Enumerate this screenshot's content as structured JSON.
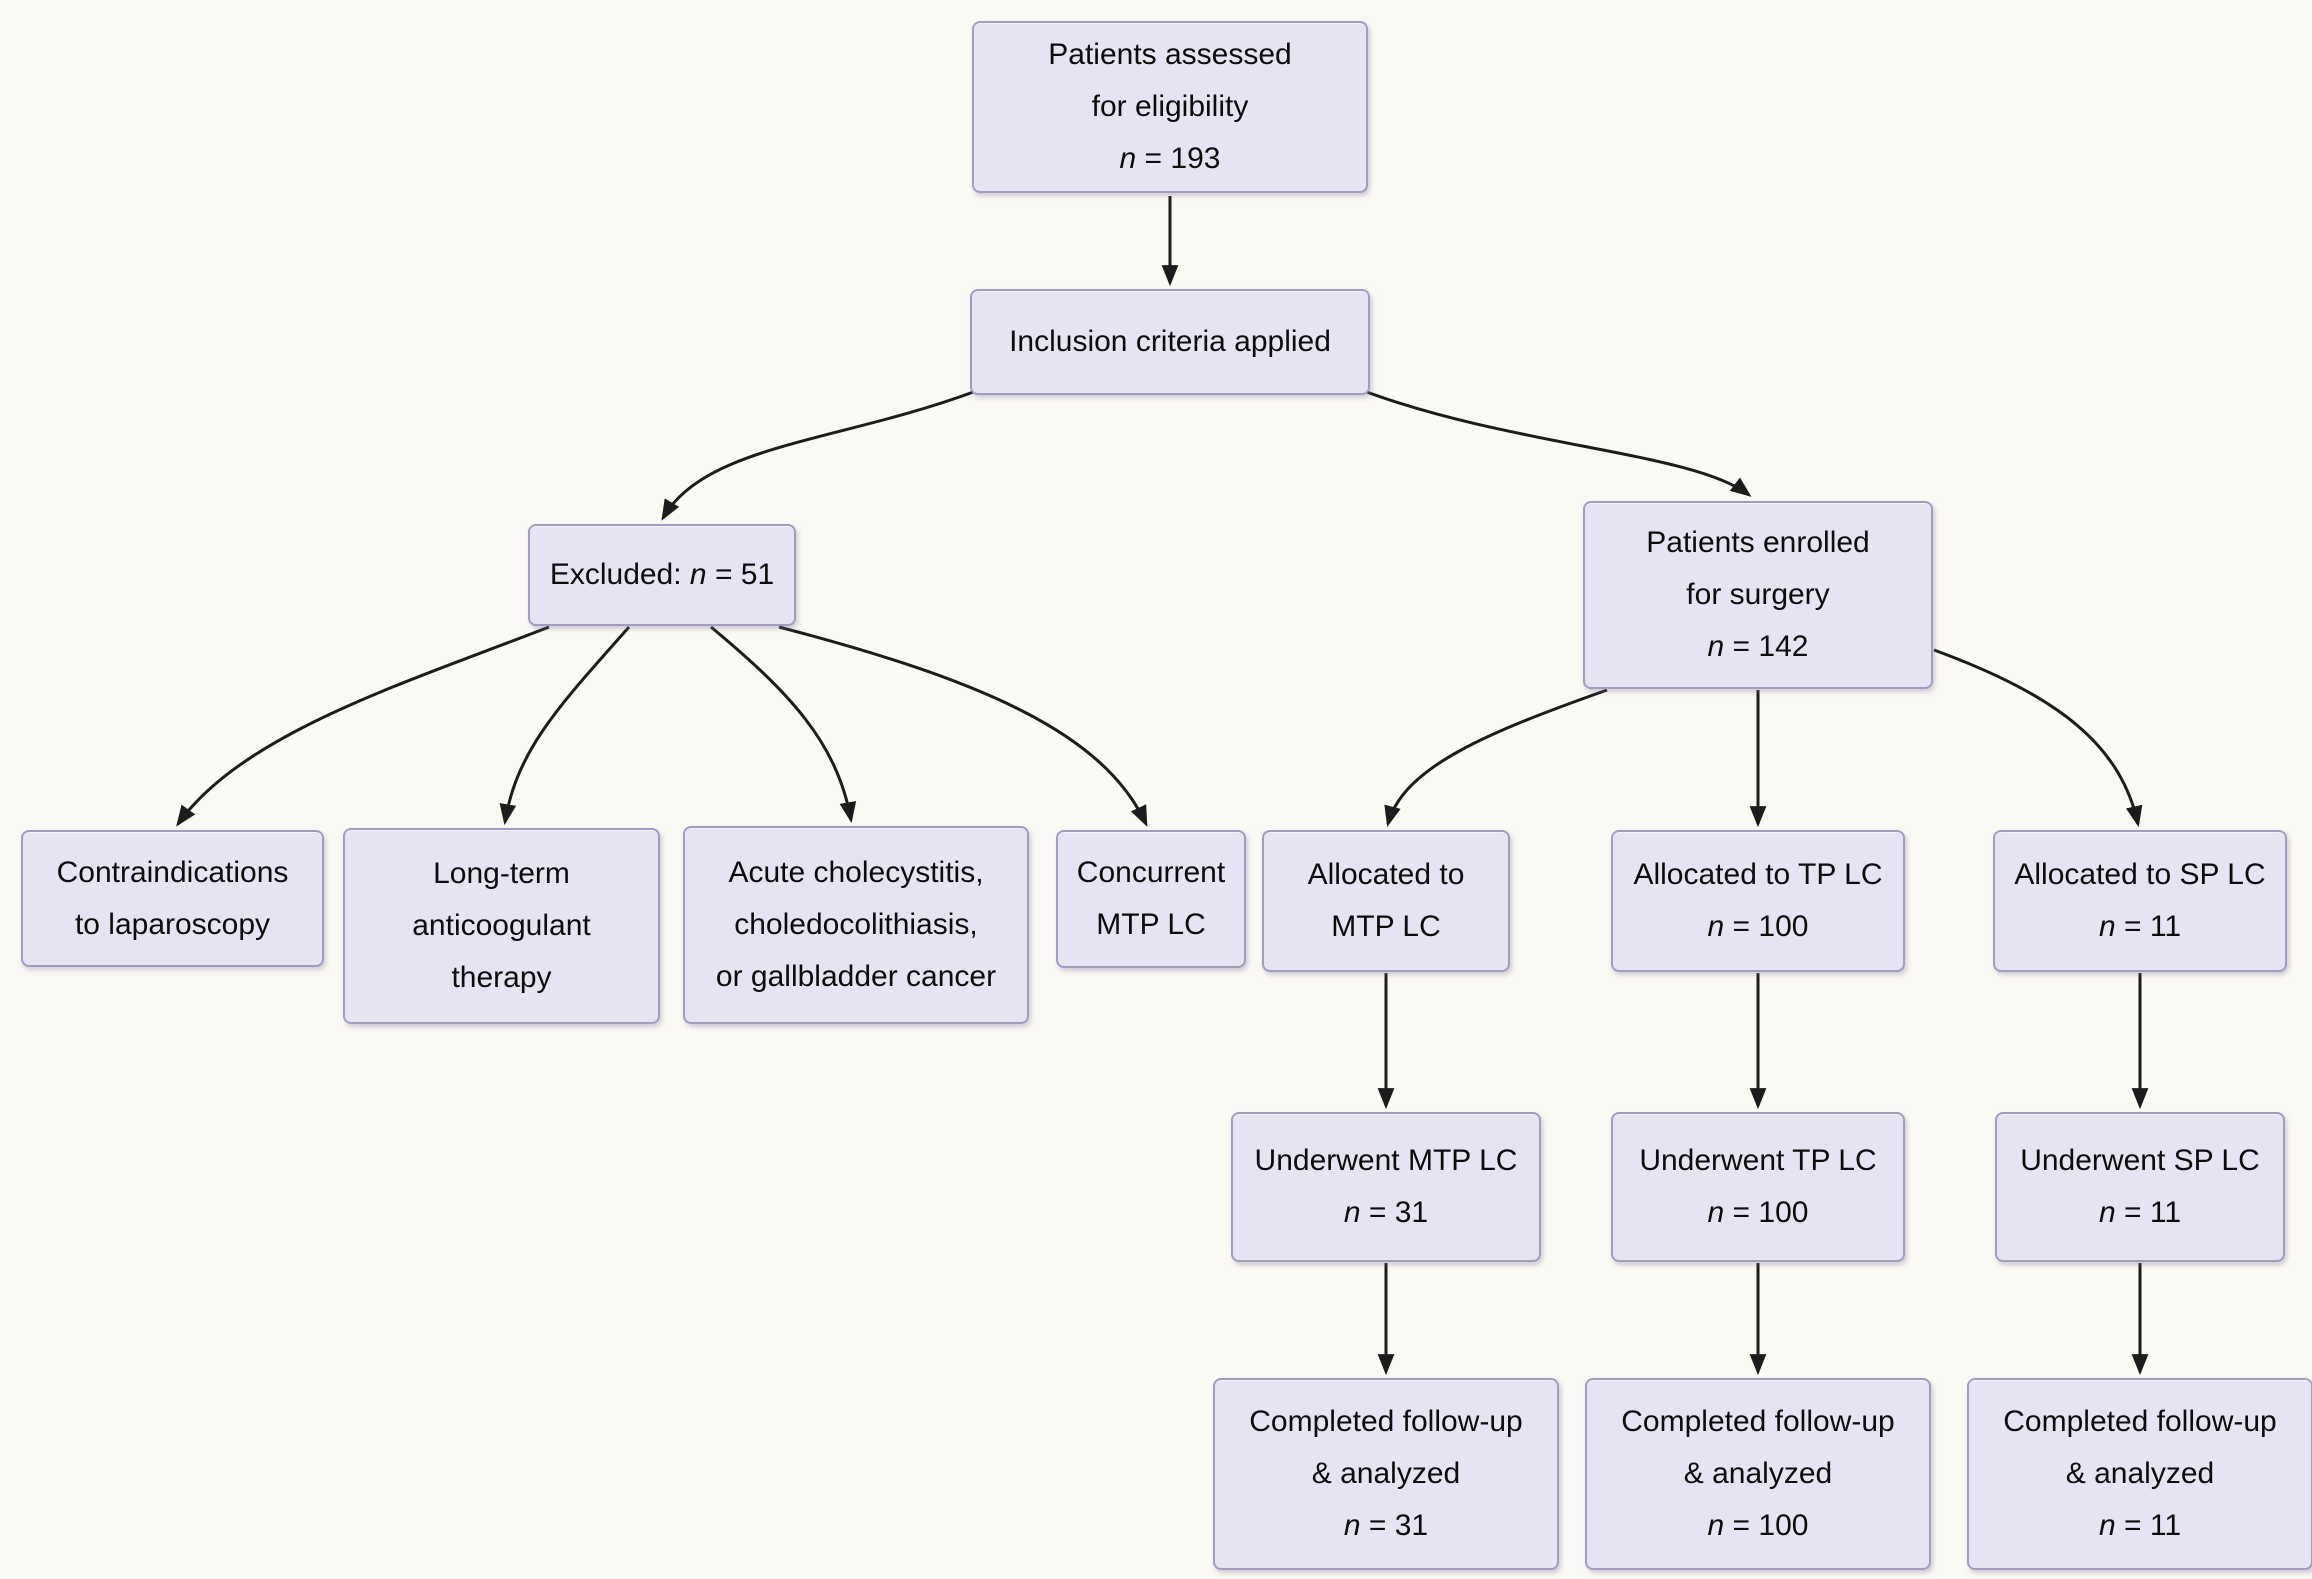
{
  "diagram": {
    "type": "flowchart",
    "colors": {
      "background": "#fbf9f4",
      "box_fill": "#e6e3f3",
      "box_border": "#a29dc0",
      "arrow": "#1c1c1c",
      "text": "#0c0c0c"
    },
    "nodes": {
      "assessed": {
        "lines": [
          "Patients assessed",
          "for eligibility",
          "n = 193"
        ]
      },
      "inclusion": {
        "lines": [
          "Inclusion criteria applied"
        ]
      },
      "excluded": {
        "lines": [
          "Excluded: n = 51"
        ]
      },
      "enrolled": {
        "lines": [
          "Patients enrolled",
          "for surgery",
          "n = 142"
        ]
      },
      "contraindications": {
        "lines": [
          "Contraindications",
          "to laparoscopy"
        ]
      },
      "anticoagulant": {
        "lines": [
          "Long-term",
          "anticoogulant",
          "therapy"
        ]
      },
      "acute": {
        "lines": [
          "Acute cholecystitis,",
          "choledocolithiasis,",
          "or gallbladder cancer"
        ]
      },
      "concurrent": {
        "lines": [
          "Concurrent",
          "MTP LC"
        ]
      },
      "alloc_mtp": {
        "lines": [
          "Allocated to",
          "MTP LC"
        ]
      },
      "alloc_tp": {
        "lines": [
          "Allocated to TP LC",
          "n = 100"
        ]
      },
      "alloc_sp": {
        "lines": [
          "Allocated to SP LC",
          "n = 11"
        ]
      },
      "underwent_mtp": {
        "lines": [
          "Underwent MTP LC",
          "n = 31"
        ]
      },
      "underwent_tp": {
        "lines": [
          "Underwent TP LC",
          "n = 100"
        ]
      },
      "underwent_sp": {
        "lines": [
          "Underwent SP LC",
          "n = 11"
        ]
      },
      "completed_mtp": {
        "lines": [
          "Completed follow-up",
          "& analyzed",
          "n = 31"
        ]
      },
      "completed_tp": {
        "lines": [
          "Completed follow-up",
          "& analyzed",
          "n = 100"
        ]
      },
      "completed_sp": {
        "lines": [
          "Completed follow-up",
          "& analyzed",
          "n = 11"
        ]
      }
    },
    "counts": {
      "assessed": 193,
      "excluded": 51,
      "enrolled": 142,
      "alloc_tp": 100,
      "alloc_sp": 11,
      "underwent_mtp": 31,
      "underwent_tp": 100,
      "underwent_sp": 11,
      "completed_mtp": 31,
      "completed_tp": 100,
      "completed_sp": 11
    },
    "edges": [
      {
        "from": "assessed",
        "to": "inclusion"
      },
      {
        "from": "inclusion",
        "to": "excluded"
      },
      {
        "from": "inclusion",
        "to": "enrolled"
      },
      {
        "from": "excluded",
        "to": "contraindications"
      },
      {
        "from": "excluded",
        "to": "anticoagulant"
      },
      {
        "from": "excluded",
        "to": "acute"
      },
      {
        "from": "excluded",
        "to": "concurrent"
      },
      {
        "from": "enrolled",
        "to": "alloc_mtp"
      },
      {
        "from": "enrolled",
        "to": "alloc_tp"
      },
      {
        "from": "enrolled",
        "to": "alloc_sp"
      },
      {
        "from": "alloc_mtp",
        "to": "underwent_mtp"
      },
      {
        "from": "alloc_tp",
        "to": "underwent_tp"
      },
      {
        "from": "alloc_sp",
        "to": "underwent_sp"
      },
      {
        "from": "underwent_mtp",
        "to": "completed_mtp"
      },
      {
        "from": "underwent_tp",
        "to": "completed_tp"
      },
      {
        "from": "underwent_sp",
        "to": "completed_sp"
      }
    ]
  }
}
